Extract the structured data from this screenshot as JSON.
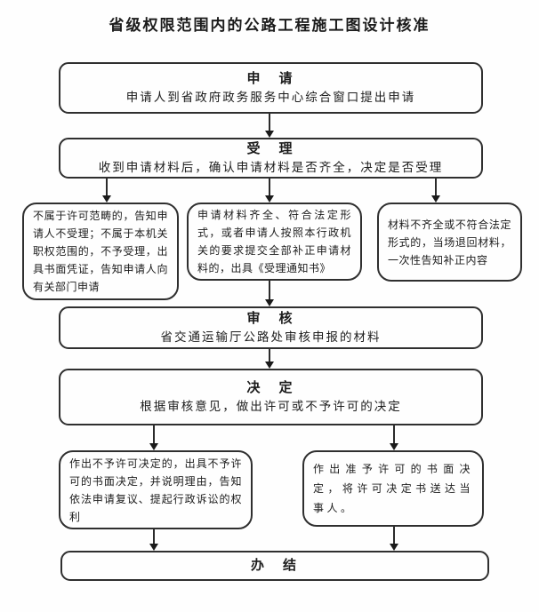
{
  "title": "省级权限范围内的公路工程施工图设计核准",
  "colors": {
    "border": "#2f2f2f",
    "text": "#1c1c1c",
    "background": "#fefefe"
  },
  "nodes": {
    "apply": {
      "head": "申　请",
      "body": "申请人到省政府政务服务中心综合窗口提出申请"
    },
    "accept": {
      "head": "受　理",
      "body": "收到申请材料后，确认申请材料是否齐全，决定是否受理"
    },
    "not_accepted": {
      "body": "不属于许可范畴的，告知申请人不受理；不属于本机关职权范围的，不予受理，出具书面凭证，告知申请人向有关部门申请"
    },
    "accepted": {
      "body": "申请材料齐全、符合法定形式，或者申请人按照本行政机关的要求提交全部补正申请材料的，出具《受理通知书》"
    },
    "returned": {
      "body": "材料不齐全或不符合法定形式的，当场退回材料，一次性告知补正内容"
    },
    "review": {
      "head": "审　核",
      "body": "省交通运输厅公路处审核申报的材料"
    },
    "decide": {
      "head": "决　定",
      "body": "根据审核意见，做出许可或不予许可的决定"
    },
    "deny": {
      "body": "作出不予许可决定的，出具不予许可的书面决定，并说明理由，告知依法申请复议、提起行政诉讼的权利"
    },
    "grant": {
      "body": "作出准予许可的书面决定，将许可决定书送达当事人。"
    },
    "done": {
      "head": "办　结"
    }
  }
}
